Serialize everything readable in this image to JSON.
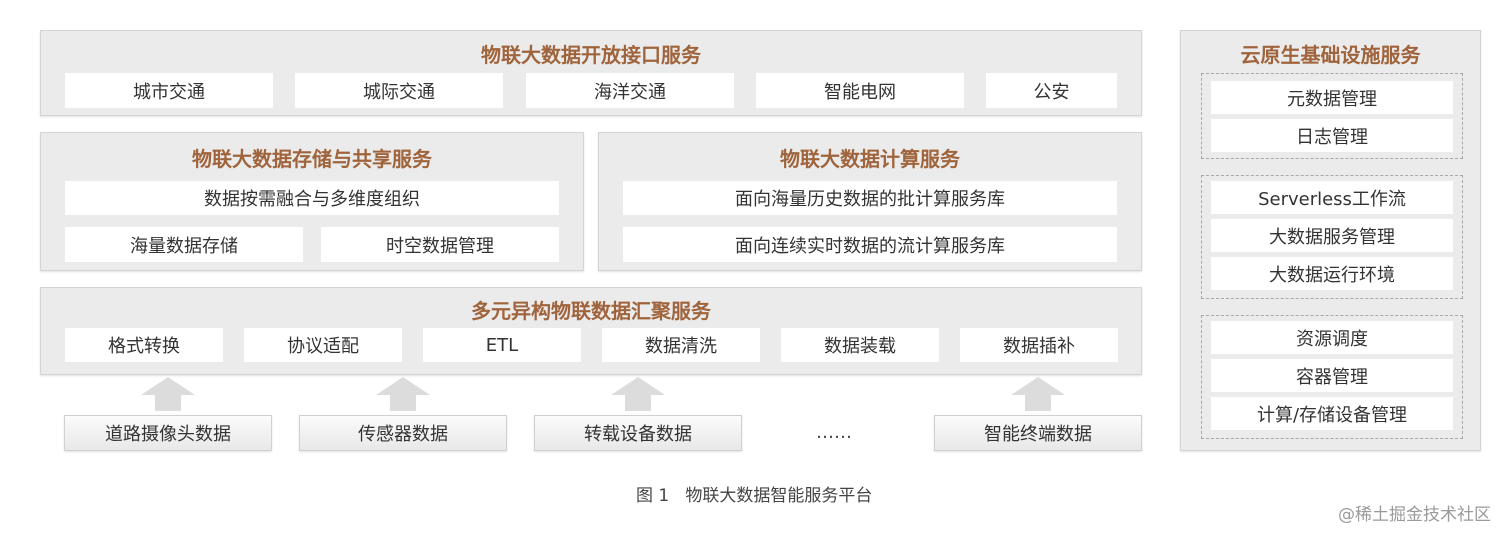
{
  "open_api": {
    "title": "物联大数据开放接口服务",
    "items": [
      "城市交通",
      "城际交通",
      "海洋交通",
      "智能电网",
      "公安"
    ]
  },
  "storage": {
    "title": "物联大数据存储与共享服务",
    "items": [
      "数据按需融合与多维度组织",
      "海量数据存储",
      "时空数据管理"
    ]
  },
  "compute": {
    "title": "物联大数据计算服务",
    "items": [
      "面向海量历史数据的批计算服务库",
      "面向连续实时数据的流计算服务库"
    ]
  },
  "aggregation": {
    "title": "多元异构物联数据汇聚服务",
    "items": [
      "格式转换",
      "协议适配",
      "ETL",
      "数据清洗",
      "数据装载",
      "数据插补"
    ]
  },
  "sources": {
    "items": [
      "道路摄像头数据",
      "传感器数据",
      "转载设备数据",
      "智能终端数据"
    ],
    "ellipsis": "……"
  },
  "cloud_native": {
    "title": "云原生基础设施服务",
    "group1": [
      "元数据管理",
      "日志管理"
    ],
    "group2": [
      "Serverless工作流",
      "大数据服务管理",
      "大数据运行环境"
    ],
    "group3": [
      "资源调度",
      "容器管理",
      "计算/存储设备管理"
    ]
  },
  "caption": "图 1   物联大数据智能服务平台",
  "watermark": "@稀土掘金技术社区",
  "colors": {
    "title": "#a0643c",
    "panel_bg": "#ebebeb",
    "arrow": "#dcdcdc"
  }
}
